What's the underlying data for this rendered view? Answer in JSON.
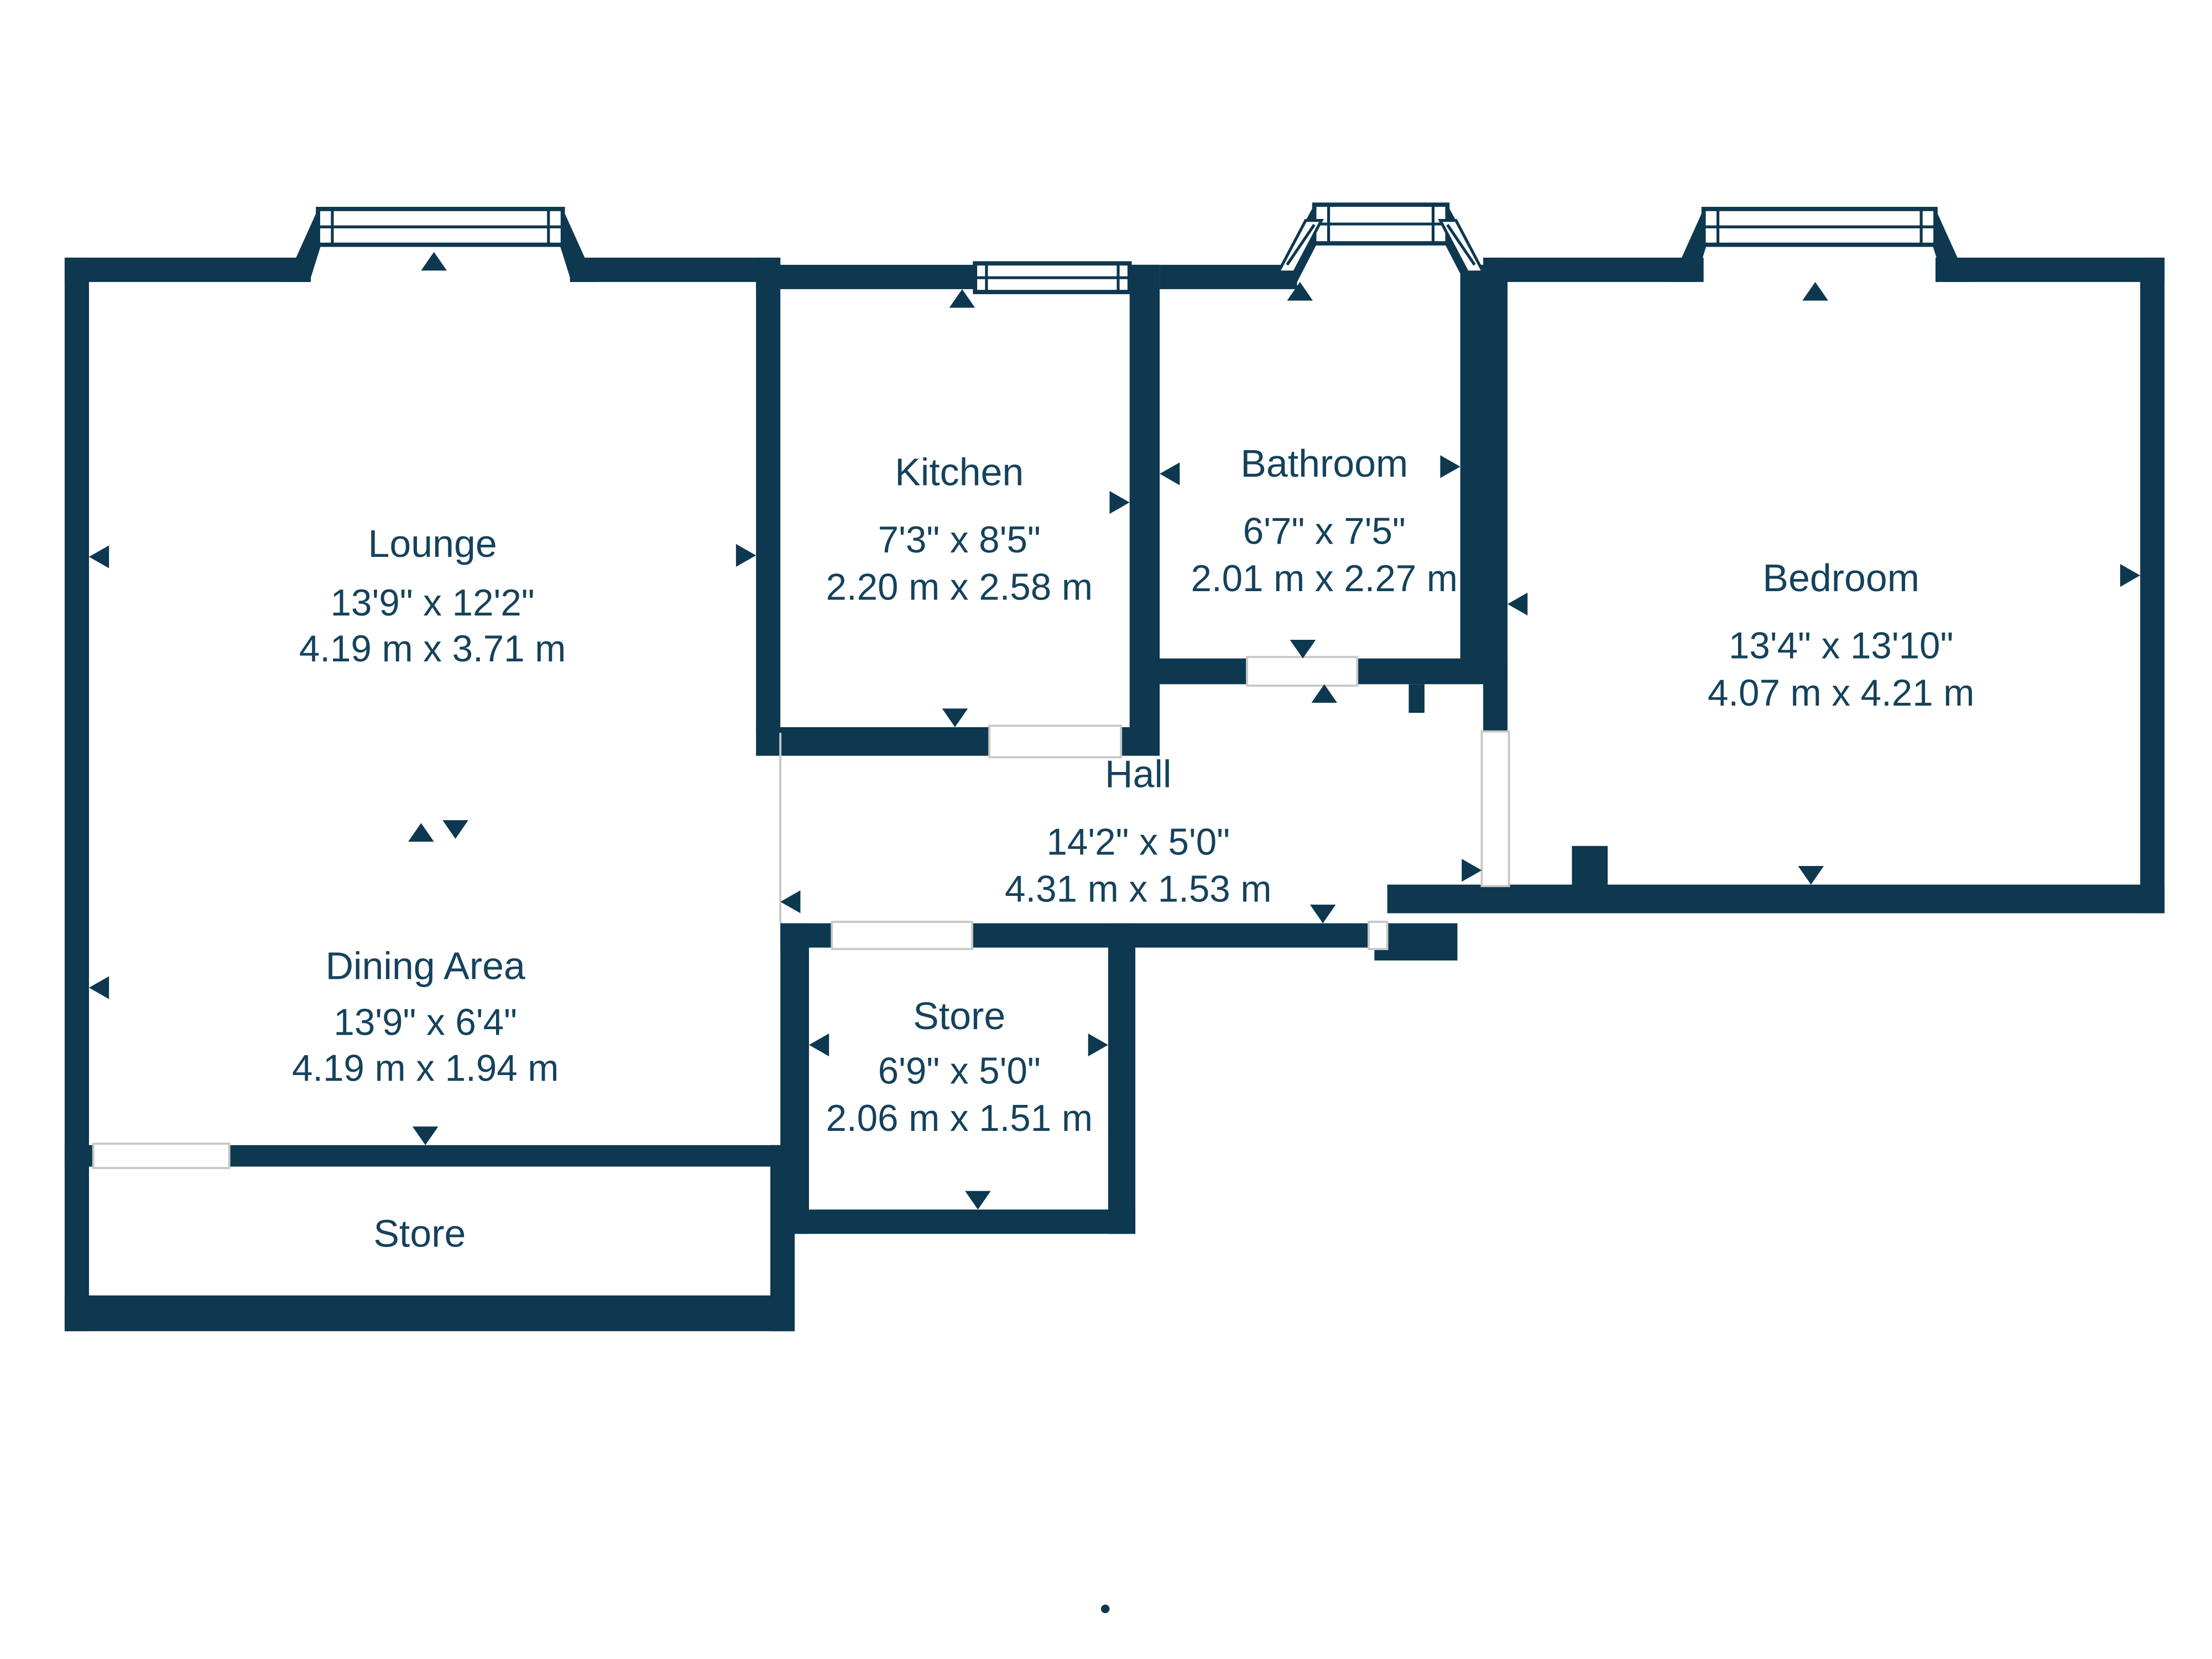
{
  "plan": {
    "rooms": {
      "lounge": {
        "name": "Lounge",
        "imperial": "13'9\" x 12'2\"",
        "metric": "4.19 m x 3.71 m"
      },
      "dining": {
        "name": "Dining Area",
        "imperial": "13'9\" x 6'4\"",
        "metric": "4.19 m x 1.94 m"
      },
      "kitchen": {
        "name": "Kitchen",
        "imperial": "7'3\" x 8'5\"",
        "metric": "2.20 m x 2.58 m"
      },
      "bathroom": {
        "name": "Bathroom",
        "imperial": "6'7\" x 7'5\"",
        "metric": "2.01 m x 2.27 m"
      },
      "hall": {
        "name": "Hall",
        "imperial": "14'2\" x 5'0\"",
        "metric": "4.31 m x 1.53 m"
      },
      "bedroom": {
        "name": "Bedroom",
        "imperial": "13'4\" x 13'10\"",
        "metric": "4.07 m x 4.21 m"
      },
      "store": {
        "name": "Store",
        "imperial": "6'9\" x 5'0\"",
        "metric": "2.06 m x 1.51 m"
      },
      "store_lower": {
        "name": "Store"
      }
    },
    "colors": {
      "wall": "#0d384f",
      "text": "#15425c",
      "door_outline": "#c8c8c8",
      "background": "#ffffff"
    }
  }
}
